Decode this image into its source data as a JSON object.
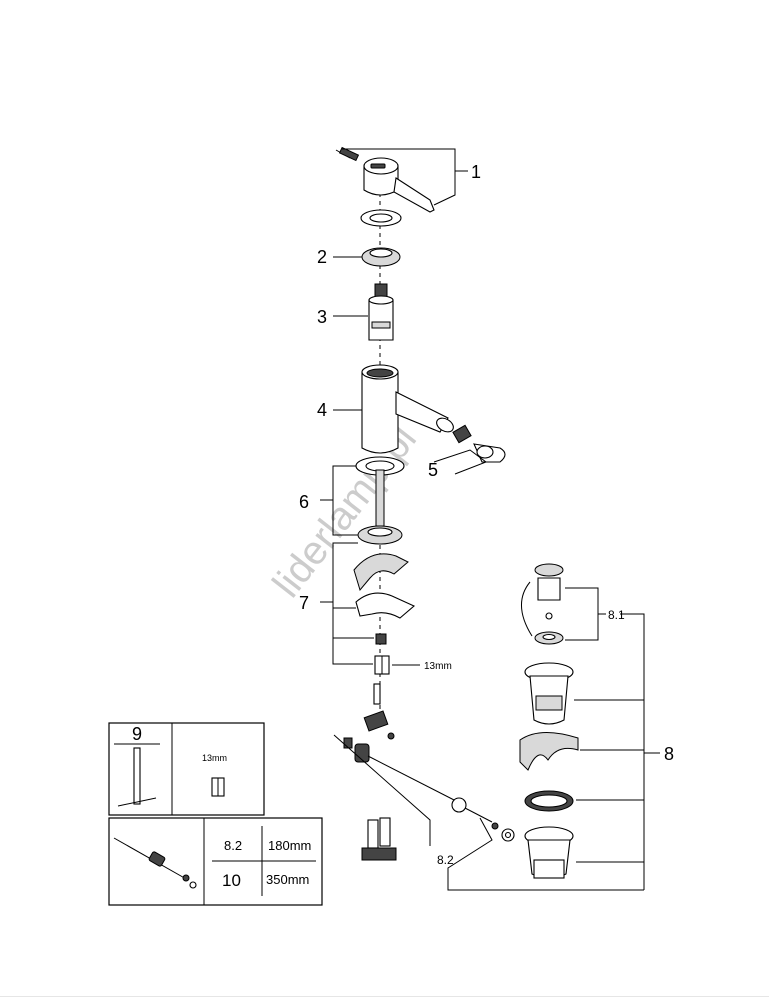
{
  "callouts": {
    "c1": "1",
    "c2": "2",
    "c3": "3",
    "c4": "4",
    "c5": "5",
    "c6": "6",
    "c7": "7",
    "c8": "8",
    "c8_1": "8.1",
    "c8_2": "8.2"
  },
  "dimensions": {
    "nut_13mm": "13mm",
    "inset_13mm": "13mm"
  },
  "inset_tool": {
    "label": "9"
  },
  "inset_table": {
    "rows": [
      {
        "code": "8.2",
        "length": "180mm"
      },
      {
        "code": "10",
        "length": "350mm"
      }
    ]
  },
  "watermark": "liderlamp.pl",
  "colors": {
    "line": "#000000",
    "watermark": "#cccccc",
    "fill": "#ffffff"
  }
}
